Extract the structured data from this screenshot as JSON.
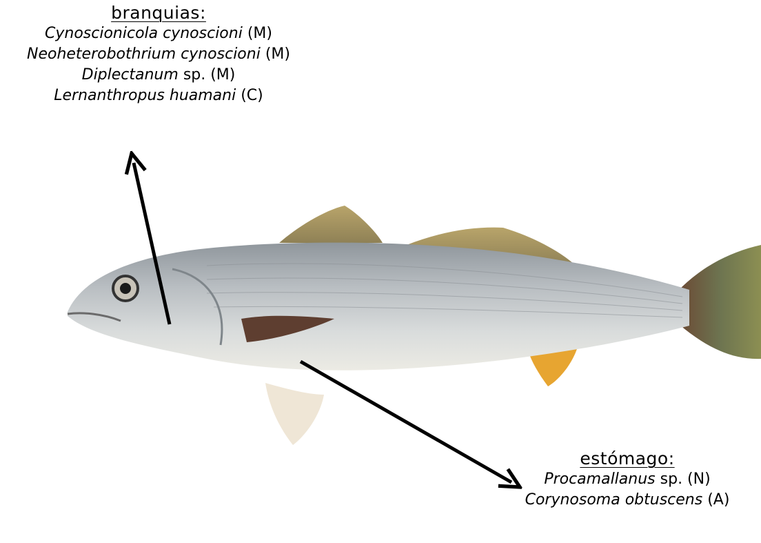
{
  "branquias": {
    "heading": "branquias:",
    "items": [
      {
        "species": "Cynoscionicola cynoscioni",
        "code": "(M)"
      },
      {
        "species": "Neoheterobothrium cynoscioni",
        "code": "(M)"
      },
      {
        "species": "Diplectanum",
        "code": "sp. (M)"
      },
      {
        "species": "Lernanthropus huamani",
        "code": "(C)"
      }
    ]
  },
  "estomago": {
    "heading": "estómago:",
    "items": [
      {
        "species": "Procamallanus",
        "code": "sp. (N)"
      },
      {
        "species": "Corynosoma obtuscens",
        "code": "(A)"
      }
    ]
  }
}
